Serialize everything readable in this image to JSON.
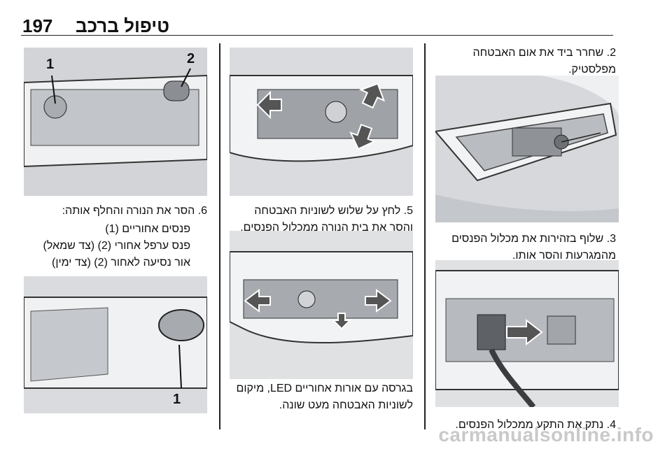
{
  "header": {
    "page_number": "197",
    "title": "טיפול ברכב"
  },
  "steps": {
    "s2": "2. שחרר ביד את אום האבטחה מפלסטיק.",
    "s3": "3. שלוף בזהירות את מכלול הפנסים מהמגרעות והסר אותו.",
    "s4": "4. נתק את התקע ממכלול הפנסים.",
    "s5": "5. לחץ על שלוש לשוניות האבטחה והסר את בית הנורה ממכלול הפנסים.",
    "s5_note": "בגרסה עם אורות אחוריים LED, מיקום לשוניות האבטחה מעט שונה.",
    "s6": "6. הסר את הנורה והחלף אותה:",
    "s6_items": [
      "פנסים אחוריים (1)",
      "פנס ערפל אחורי (2) (צד שמאל)",
      "אור נסיעה לאחור (2) (צד ימין)"
    ]
  },
  "figure_labels": {
    "one": "1",
    "two": "2"
  },
  "watermark": "carmanualsonline.info"
}
